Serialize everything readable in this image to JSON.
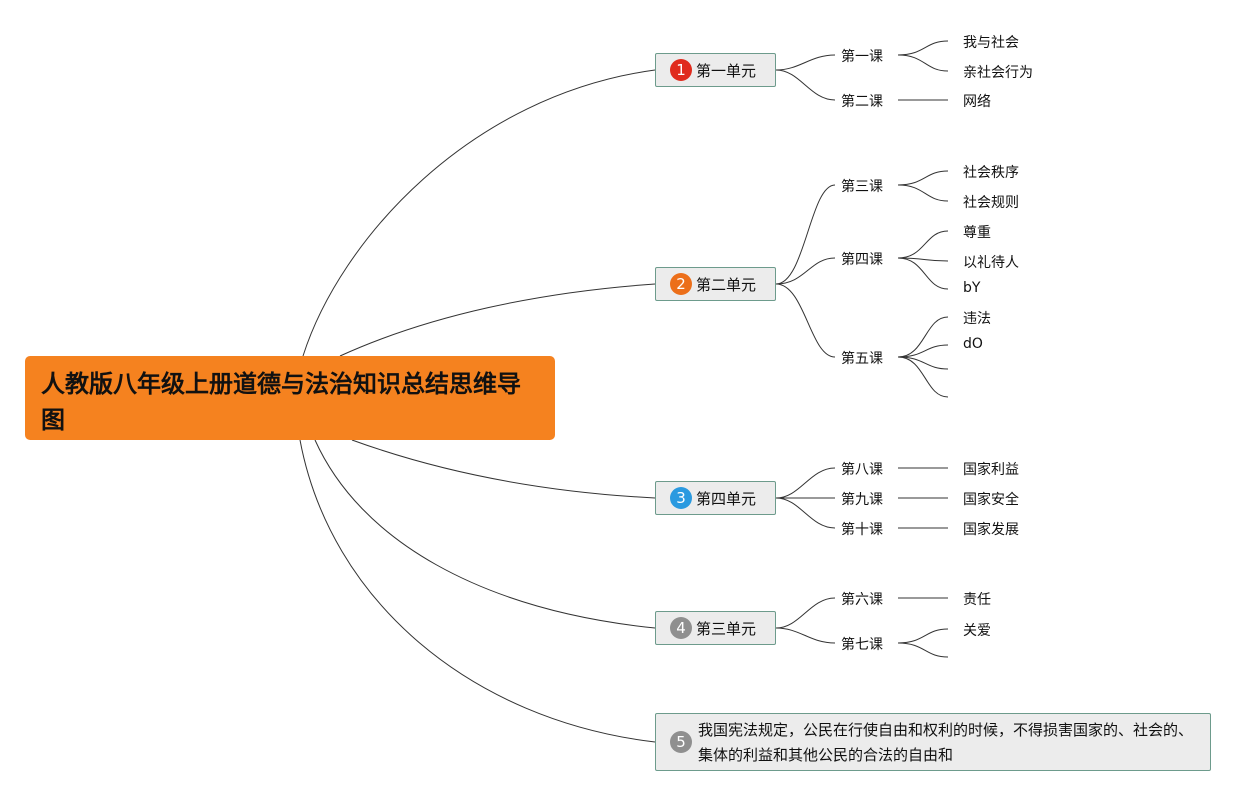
{
  "root": {
    "title": "人教版八年级上册道德与法治知识总结思维导图"
  },
  "colors": {
    "root": "#f5821f",
    "badge_1": "#e02b1d",
    "badge_2": "#ec6f1a",
    "badge_3": "#2a9ae0",
    "badge_4": "#8f8f8f",
    "badge_5": "#8f8f8f",
    "node_border": "#6d9b8c",
    "node_fill": "#ececec",
    "line": "#333333"
  },
  "units": [
    {
      "badge": "1",
      "label": "第一单元",
      "lessons": [
        {
          "label": "第一课",
          "topics": [
            "我与社会",
            "亲社会行为"
          ]
        },
        {
          "label": "第二课",
          "topics": [
            "网络"
          ]
        }
      ]
    },
    {
      "badge": "2",
      "label": "第二单元",
      "lessons": [
        {
          "label": "第三课",
          "topics": [
            "社会秩序",
            "社会规则"
          ]
        },
        {
          "label": "第四课",
          "topics": [
            "尊重",
            "以礼待人",
            "bY"
          ]
        },
        {
          "label": "第五课",
          "topics": [
            "违法",
            "dO",
            "",
            ""
          ]
        }
      ]
    },
    {
      "badge": "3",
      "label": "第四单元",
      "lessons": [
        {
          "label": "第八课",
          "topics": [
            "国家利益"
          ]
        },
        {
          "label": "第九课",
          "topics": [
            "国家安全"
          ]
        },
        {
          "label": "第十课",
          "topics": [
            "国家发展"
          ]
        }
      ]
    },
    {
      "badge": "4",
      "label": "第三单元",
      "lessons": [
        {
          "label": "第六课",
          "topics": [
            "责任"
          ]
        },
        {
          "label": "第七课",
          "topics": [
            "关爱",
            ""
          ]
        }
      ]
    }
  ],
  "note": {
    "badge": "5",
    "text": "我国宪法规定，公民在行使自由和权利的时候，不得损害国家的、社会的、集体的利益和其他公民的合法的自由和"
  }
}
